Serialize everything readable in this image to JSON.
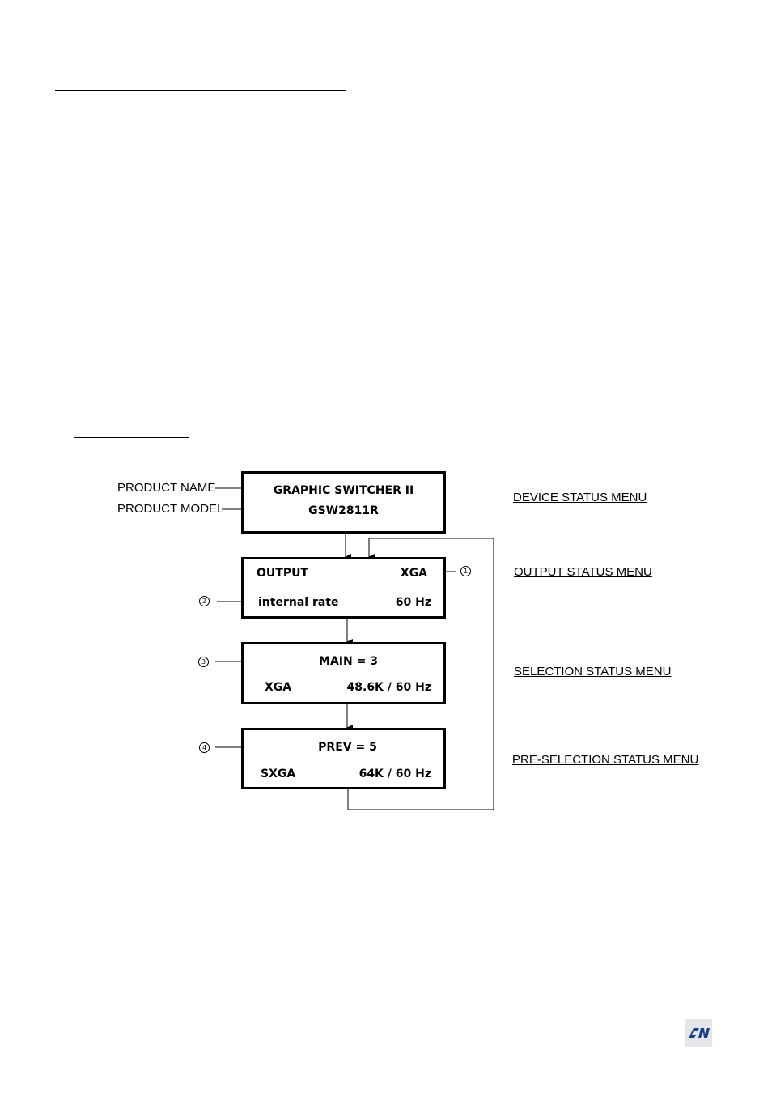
{
  "diagram": {
    "device": {
      "line1": "GRAPHIC SWITCHER II",
      "line2": "GSW2811R",
      "label_name": "PRODUCT NAME",
      "label_model": "PRODUCT MODEL",
      "menu": "DEVICE STATUS MENU"
    },
    "output": {
      "left1": "OUTPUT",
      "right1": "XGA",
      "left2": "internal rate",
      "right2": "60 Hz",
      "menu": "OUTPUT STATUS MENU",
      "marker1": "1",
      "marker2": "2"
    },
    "selection": {
      "line1": "MAIN = 3",
      "left2": "XGA",
      "right2": "48.6K / 60 Hz",
      "menu": "SELECTION STATUS MENU",
      "marker": "3"
    },
    "preselection": {
      "line1": "PREV = 5",
      "left2": "SXGA",
      "right2": "64K / 60 Hz",
      "menu": "PRE-SELECTION STATUS MENU",
      "marker": "4"
    }
  },
  "colors": {
    "logo_bg": "#e4e6ea",
    "logo_fg": "#1a3f8f"
  }
}
